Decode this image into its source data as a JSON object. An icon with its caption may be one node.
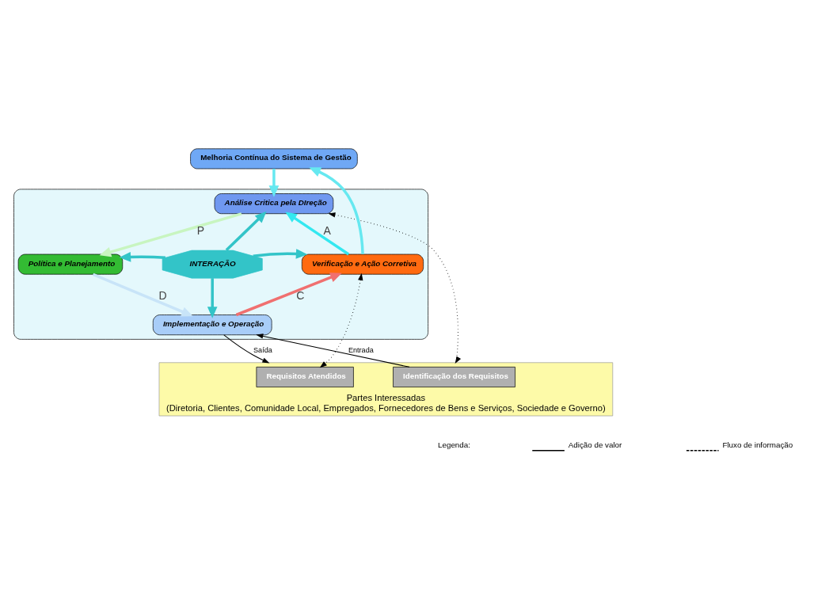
{
  "diagram": {
    "nodes": [
      {
        "text": [
          "Melhoria Contínua do Sistema de Gestão"
        ]
      },
      {
        "text": [],
        "shape": "ellipse"
      },
      {
        "text": [
          "Análise Critica pela DIreção"
        ],
        "in": 1
      },
      {
        "text": [
          "Política e Planejamento"
        ],
        "in": 1
      },
      {
        "text": [
          "INTERAÇÃO"
        ],
        "in": 1
      },
      {
        "text": [
          "Verificação e Ação Corretiva"
        ],
        "in": 1
      },
      {
        "text": [
          "Implementação e Operação"
        ],
        "in": 1
      },
      {
        "text": [
          "Partes Interessadas",
          "(Diretoria, Clientes, Comunidade Local, Empregados, Fornecedores de Bens e Serviços, Sociedade e Governo)"
        ]
      },
      {
        "text": [
          "Identificação dos Requisitos"
        ],
        "in": 7
      },
      {
        "text": [
          "Requisitos Atendidos"
        ],
        "in": 7
      }
    ],
    "edges": [
      {
        "from": 0,
        "to": 2,
        "arrow": "to",
        "color": "#66e8f0"
      },
      {
        "from": 5,
        "to": 0,
        "arrow": "to",
        "color": "#66e8f0"
      },
      {
        "from": 2,
        "to": 3,
        "arrow": "to",
        "label": "P",
        "color": "#c8f5c0"
      },
      {
        "from": 3,
        "to": 6,
        "arrow": "to",
        "label": "D",
        "color": "#c8e4f8"
      },
      {
        "from": 6,
        "to": 5,
        "arrow": "to",
        "label": "C",
        "color": "#f07070"
      },
      {
        "from": 5,
        "to": 2,
        "arrow": "to",
        "label": "A",
        "color": "#33e8f0"
      },
      {
        "from": 4,
        "to": 2,
        "arrow": "to",
        "color": "#33c4c8"
      },
      {
        "from": 4,
        "to": 3,
        "arrow": "to",
        "color": "#33c4c8"
      },
      {
        "from": 4,
        "to": 5,
        "arrow": "to",
        "color": "#33c4c8"
      },
      {
        "from": 4,
        "to": 6,
        "arrow": "to",
        "color": "#33c4c8"
      },
      {
        "from": 8,
        "to": 6,
        "arrow": "to",
        "label": "Entrada",
        "color": "#000000"
      },
      {
        "from": 6,
        "to": 7,
        "arrow": "to",
        "label": "Saída",
        "color": "#000000"
      },
      {
        "from": 2,
        "to": 7,
        "arrow": "both",
        "style": "dashed",
        "color": "#000000"
      },
      {
        "from": 5,
        "to": 9,
        "arrow": "both",
        "style": "dashed",
        "color": "#000000"
      }
    ],
    "labels": [
      "Legenda:"
    ],
    "legend": [
      {
        "text": "Adição de valor"
      },
      {
        "text": "Fluxo de informação"
      }
    ]
  }
}
